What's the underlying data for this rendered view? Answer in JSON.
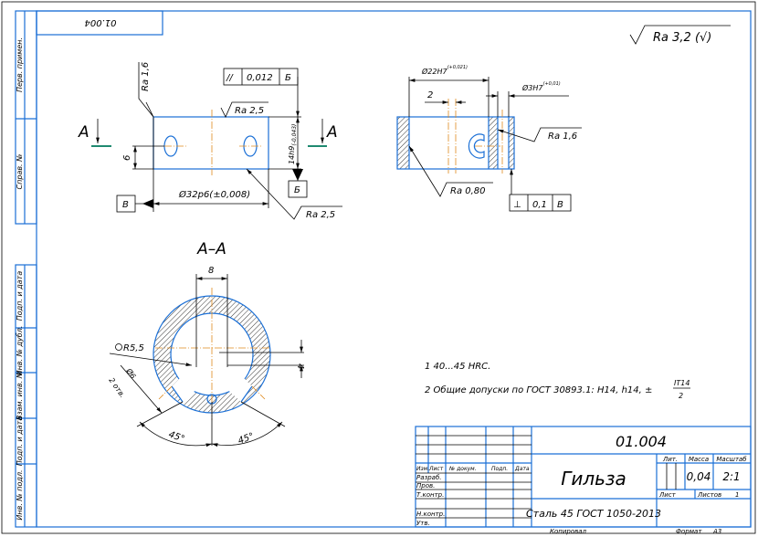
{
  "stamp_top": "01.004",
  "side_strip": [
    "Перв. примен.",
    "Справ. №",
    "Подп. и дата",
    "Инв. № дубл.",
    "Взам. инв. №",
    "Подп. и дата",
    "Инв. № подл."
  ],
  "roughness_general": "Ra 3,2 (√)",
  "front_view": {
    "ra_left": "Ra 1,6",
    "ra_top": "Ra 2,5",
    "ra_bottom": "Ra 2,5",
    "gdt": {
      "symbol": "//",
      "value": "0,012",
      "datum": "Б"
    },
    "dim_height": "14h9",
    "dim_height_tol": "(-0,043)",
    "dim_6": "6",
    "dim_diameter": "Ø32p6(±0,008)",
    "datum_v": "В",
    "datum_b": "Б",
    "section_mark": "A"
  },
  "side_view": {
    "dim_bore": "Ø22H7",
    "dim_bore_tol": "(+0,021)",
    "dim_hole": "Ø3H7",
    "dim_hole_tol": "(+0,01)",
    "dim_2": "2",
    "ra_right": "Ra 1,6",
    "ra_bottom": "Ra 0,80",
    "gdt": {
      "symbol": "⊥",
      "value": "0,1",
      "datum": "В"
    }
  },
  "section": {
    "title": "A–A",
    "dim_8": "8",
    "dim_4": "4",
    "radius": "R5,5",
    "hole": "Ø6",
    "holes_count": "2 отв.",
    "angle_left": "45°",
    "angle_right": "45°"
  },
  "notes": [
    "1 40...45 HRC.",
    "2 Общие допуски по ГОСТ 30893.1: H14, h14, ±"
  ],
  "notes_fraction": {
    "num": "IT14",
    "den": "2"
  },
  "title_block": {
    "designation": "01.004",
    "name": "Гильза",
    "material": "Сталь 45 ГОСТ 1050-2013",
    "headers": [
      "Изм.",
      "Лист",
      "№ докум.",
      "Подп.",
      "Дата"
    ],
    "roles": [
      "Разраб.",
      "Пров.",
      "Т.контр.",
      "Н.контр.",
      "Утв."
    ],
    "lit_label": "Лит.",
    "mass_label": "Масса",
    "scale_label": "Масштаб",
    "mass": "0,04",
    "scale": "2:1",
    "sheet_label": "Лист",
    "sheets_label": "Листов",
    "sheets": "1",
    "copied": "Копировал",
    "format_label": "Формат",
    "format": "А3"
  }
}
